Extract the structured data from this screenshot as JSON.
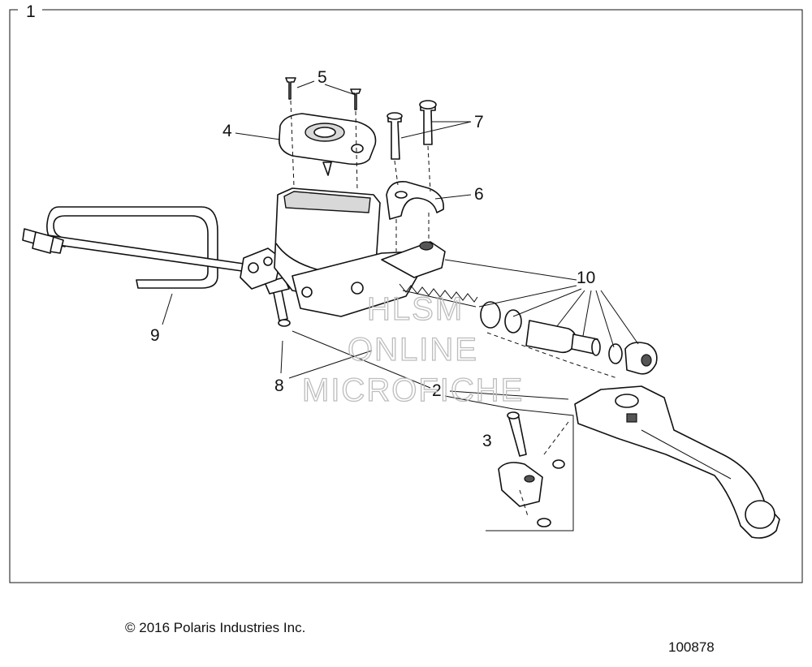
{
  "diagram": {
    "frame_number": "1",
    "callouts": {
      "c2": "2",
      "c3": "3",
      "c4": "4",
      "c5": "5",
      "c6": "6",
      "c7": "7",
      "c8": "8",
      "c9": "9",
      "c10": "10"
    },
    "watermark": [
      "HLSM",
      "ONLINE",
      "MICROFICHE"
    ]
  },
  "footer": {
    "copyright": "© 2016 Polaris Industries Inc.",
    "drawing_number": "100878"
  }
}
